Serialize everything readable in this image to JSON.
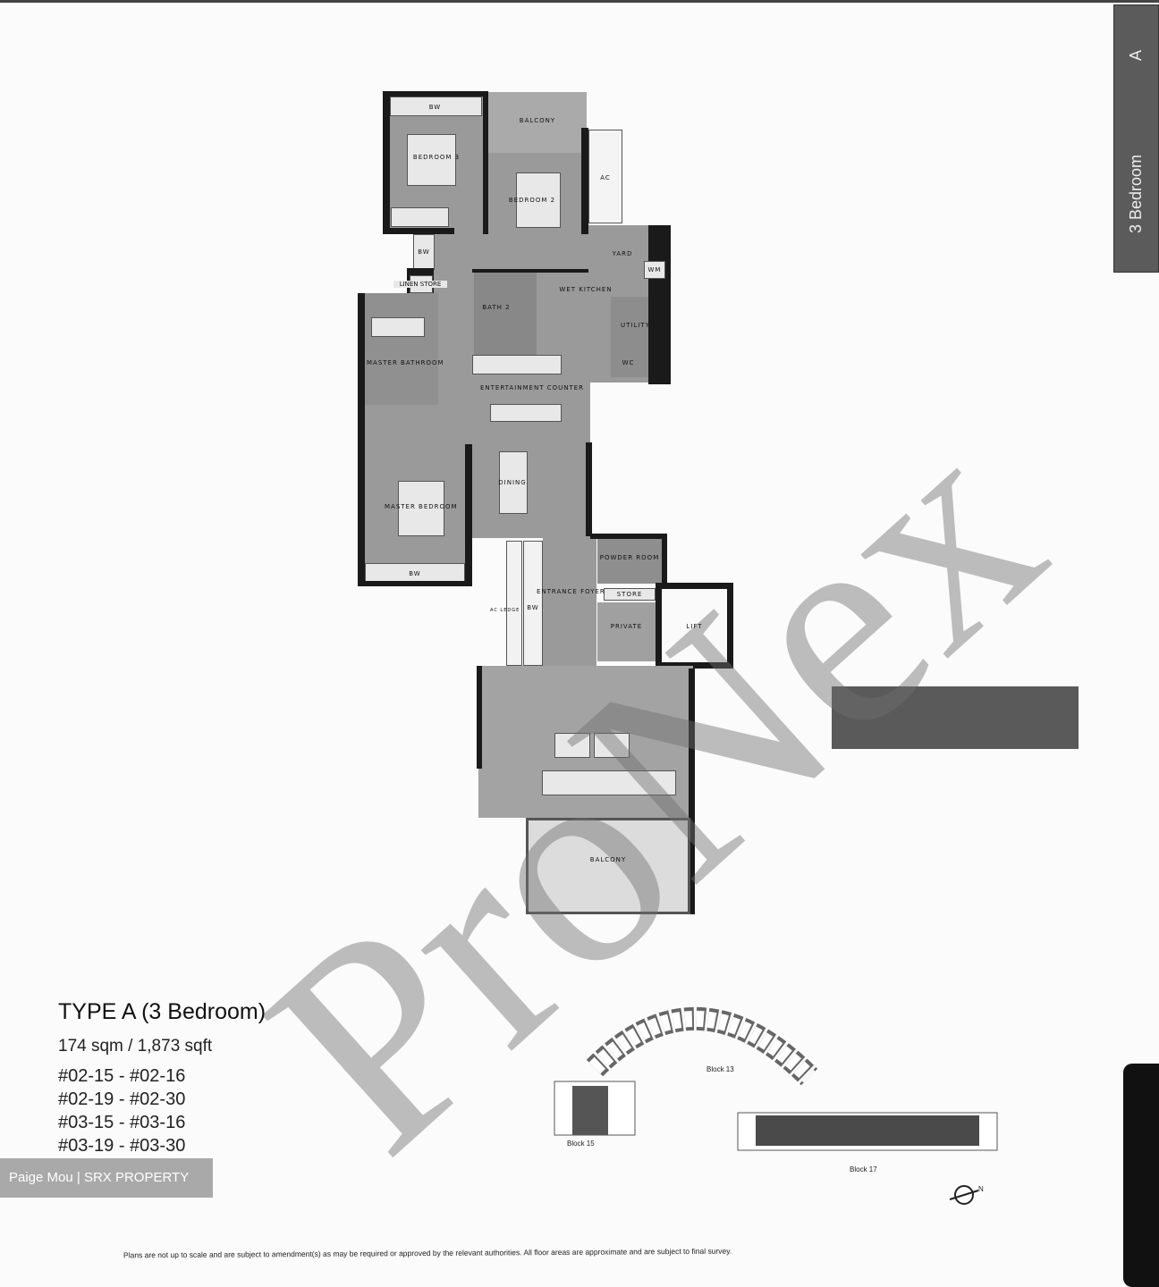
{
  "side_tab": {
    "type_letter": "A",
    "label": "3 Bedroom"
  },
  "floor_plan": {
    "rooms": {
      "bw_top": "BW",
      "balcony_top": "BALCONY",
      "bedroom3": "BEDROOM 3",
      "bedroom2": "BEDROOM 2",
      "ac": "AC",
      "yard": "YARD",
      "bw_mid": "BW",
      "linen_store": "LINEN STORE",
      "bath2": "BATH 2",
      "wet_kitchen": "WET KITCHEN",
      "wm": "WM",
      "utility": "UTILITY",
      "wc": "WC",
      "master_bathroom": "MASTER BATHROOM",
      "entertainment_counter": "ENTERTAINMENT COUNTER",
      "dining": "DINING",
      "master_bedroom": "MASTER BEDROOM",
      "bw_master": "BW",
      "ac_ledge": "AC LEDGE",
      "bw_foyer": "BW",
      "entrance_foyer": "ENTRANCE FOYER",
      "powder_room": "POWDER ROOM",
      "store": "STORE",
      "private_lift_lobby": "PRIVATE",
      "lift": "LIFT",
      "balcony_bottom": "BALCONY"
    }
  },
  "watermark": "ProNex",
  "unit_info": {
    "title": "TYPE A (3 Bedroom)",
    "area": "174 sqm / 1,873 sqft",
    "units": [
      "#02-15 - #02-16",
      "#02-19 - #02-30",
      "#03-15 - #03-16",
      "#03-19 - #03-30"
    ]
  },
  "key_plan": {
    "blocks": [
      "Block 13",
      "Block 15",
      "Block 17"
    ],
    "compass": "N"
  },
  "credit": "Paige Mou | SRX PROPERTY",
  "disclaimer": "Plans are not up to scale and are subject to amendment(s) as may be required or approved by the relevant authorities. All floor areas are approximate and are subject to final survey."
}
